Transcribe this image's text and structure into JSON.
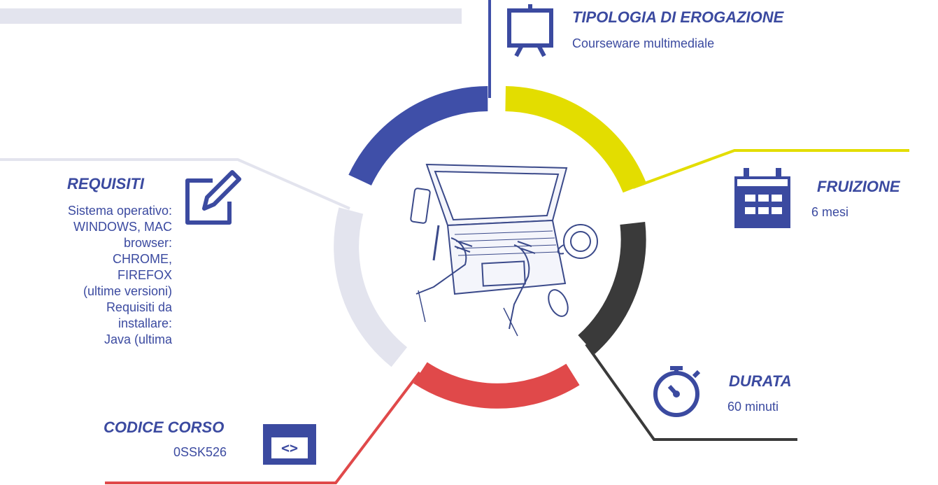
{
  "colors": {
    "blue": "#3f4fa8",
    "yellow": "#e3dd00",
    "dark": "#3a3a3a",
    "red": "#e0494a",
    "light_gray": "#e3e4ee",
    "text_blue": "#3b4aa0"
  },
  "tipologia": {
    "title": "TIPOLOGIA DI EROGAZIONE",
    "value": "Courseware multimediale",
    "icon": "presentation-board-icon"
  },
  "fruizione": {
    "title": "FRUIZIONE",
    "value": "6 mesi",
    "icon": "calendar-icon"
  },
  "durata": {
    "title": "DURATA",
    "value": "60 minuti",
    "icon": "stopwatch-icon"
  },
  "codice": {
    "title": "CODICE CORSO",
    "value": "0SSK526",
    "icon": "code-window-icon",
    "icon_text": "<>"
  },
  "requisiti": {
    "title": "REQUISITI",
    "icon": "edit-icon",
    "lines": [
      "Sistema operativo:",
      "WINDOWS, MAC",
      "browser:",
      "CHROME,",
      "FIREFOX",
      "(ultime versioni)",
      "Requisiti da",
      "installare:",
      "Java (ultima"
    ]
  },
  "center": {
    "image": "laptop-sketch-illustration"
  }
}
